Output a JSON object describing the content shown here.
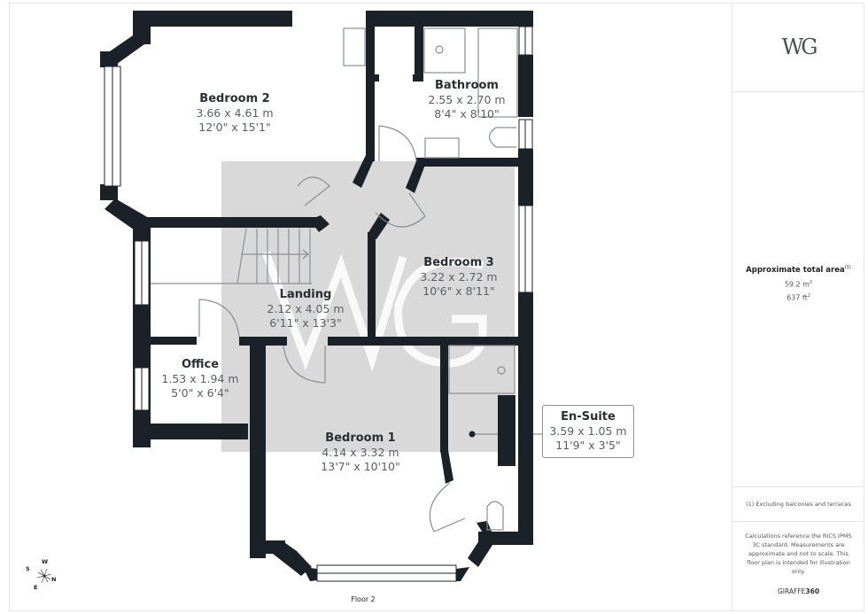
{
  "plan": {
    "floor_label": "Floor 2",
    "watermark": "WG",
    "colors": {
      "wall": "#1b2129",
      "highlight": "#d9d9d9",
      "window": "#ffffff",
      "line": "#8a8f94"
    },
    "rooms": [
      {
        "id": "bedroom-2",
        "name": "Bedroom 2",
        "metric": "3.66 x 4.61 m",
        "imperial": "12'0\" x 15'1\""
      },
      {
        "id": "bathroom",
        "name": "Bathroom",
        "metric": "2.55 x 2.70 m",
        "imperial": "8'4\" x 8'10\""
      },
      {
        "id": "bedroom-3",
        "name": "Bedroom 3",
        "metric": "3.22 x 2.72 m",
        "imperial": "10'6\" x 8'11\""
      },
      {
        "id": "landing",
        "name": "Landing",
        "metric": "2.12 x 4.05 m",
        "imperial": "6'11\" x 13'3\""
      },
      {
        "id": "office",
        "name": "Office",
        "metric": "1.53 x 1.94 m",
        "imperial": "5'0\" x 6'4\""
      },
      {
        "id": "bedroom-1",
        "name": "Bedroom 1",
        "metric": "4.14 x 3.32 m",
        "imperial": "13'7\" x 10'10\""
      },
      {
        "id": "en-suite",
        "name": "En-Suite",
        "metric": "3.59 x 1.05 m",
        "imperial": "11'9\" x 3'5\""
      }
    ],
    "compass": {
      "n": "N",
      "s": "S",
      "e": "E",
      "w": "W"
    }
  },
  "sidebar": {
    "logo": "WG",
    "area_title": "Approximate total area",
    "area_footnote_mark": "(1)",
    "area_m2": "59.2 m",
    "area_m2_unit_sup": "2",
    "area_ft2": "637 ft",
    "area_ft2_unit_sup": "2",
    "footnote": "(1) Excluding balconies and terraces",
    "disclaimer": "Calculations reference the RICS IPMS 3C standard. Measurements are approximate and not to scale. This floor plan is intended for illustration only.",
    "brand_light": "GIRAFFE",
    "brand_bold": "360"
  }
}
